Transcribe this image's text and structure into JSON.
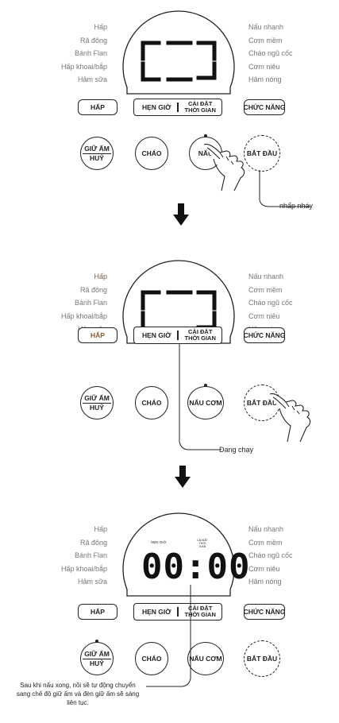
{
  "menu_left": [
    "Hấp",
    "Rã đông",
    "Bánh Flan",
    "Hấp khoai/bắp",
    "Hâm sữa"
  ],
  "menu_right": [
    "Nấu nhanh",
    "Cơm mềm",
    "Cháo ngũ cốc",
    "Cơm niêu",
    "Hâm nóng"
  ],
  "buttons": {
    "hap": "HẤP",
    "hen_gio": "HẸN GIỜ",
    "cai_dat_1": "CÀI ĐẶT",
    "cai_dat_2": "THỜI GIAN",
    "chuc_nang": "CHỨC NĂNG",
    "giu_am_1": "GIỮ ẤM",
    "giu_am_2": "HUỶ",
    "chao": "CHÁO",
    "nau": "NẤU",
    "nau_com": "NẤU CƠM",
    "bat_dau": "BẮT ĐẦU"
  },
  "display_small": {
    "hen_gio": "HẸN GIỜ",
    "cai_dat": "CÀI ĐẶT THỜI GIAN"
  },
  "display_time": "00:00",
  "callouts": {
    "step1": "nhấp nháy",
    "step2": "Đang chạy",
    "step3_l1": "Sau khi nấu xong, nồi sẽ tự động chuyển",
    "step3_l2": "sang chế độ giữ ấm và đèn giữ ấm sẽ sáng",
    "step3_l3": "liên tục."
  }
}
